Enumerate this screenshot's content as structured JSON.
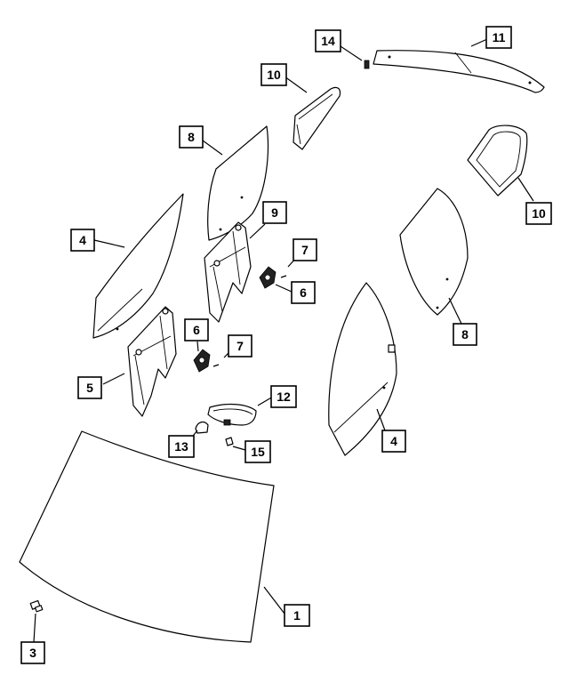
{
  "callouts": [
    {
      "id": "c1",
      "label": "1"
    },
    {
      "id": "c3",
      "label": "3"
    },
    {
      "id": "c4a",
      "label": "4"
    },
    {
      "id": "c4b",
      "label": "4"
    },
    {
      "id": "c5",
      "label": "5"
    },
    {
      "id": "c6a",
      "label": "6"
    },
    {
      "id": "c6b",
      "label": "6"
    },
    {
      "id": "c7a",
      "label": "7"
    },
    {
      "id": "c7b",
      "label": "7"
    },
    {
      "id": "c8a",
      "label": "8"
    },
    {
      "id": "c8b",
      "label": "8"
    },
    {
      "id": "c9",
      "label": "9"
    },
    {
      "id": "c10a",
      "label": "10"
    },
    {
      "id": "c10b",
      "label": "10"
    },
    {
      "id": "c11",
      "label": "11"
    },
    {
      "id": "c12",
      "label": "12"
    },
    {
      "id": "c13",
      "label": "13"
    },
    {
      "id": "c14",
      "label": "14"
    },
    {
      "id": "c15",
      "label": "15"
    }
  ]
}
